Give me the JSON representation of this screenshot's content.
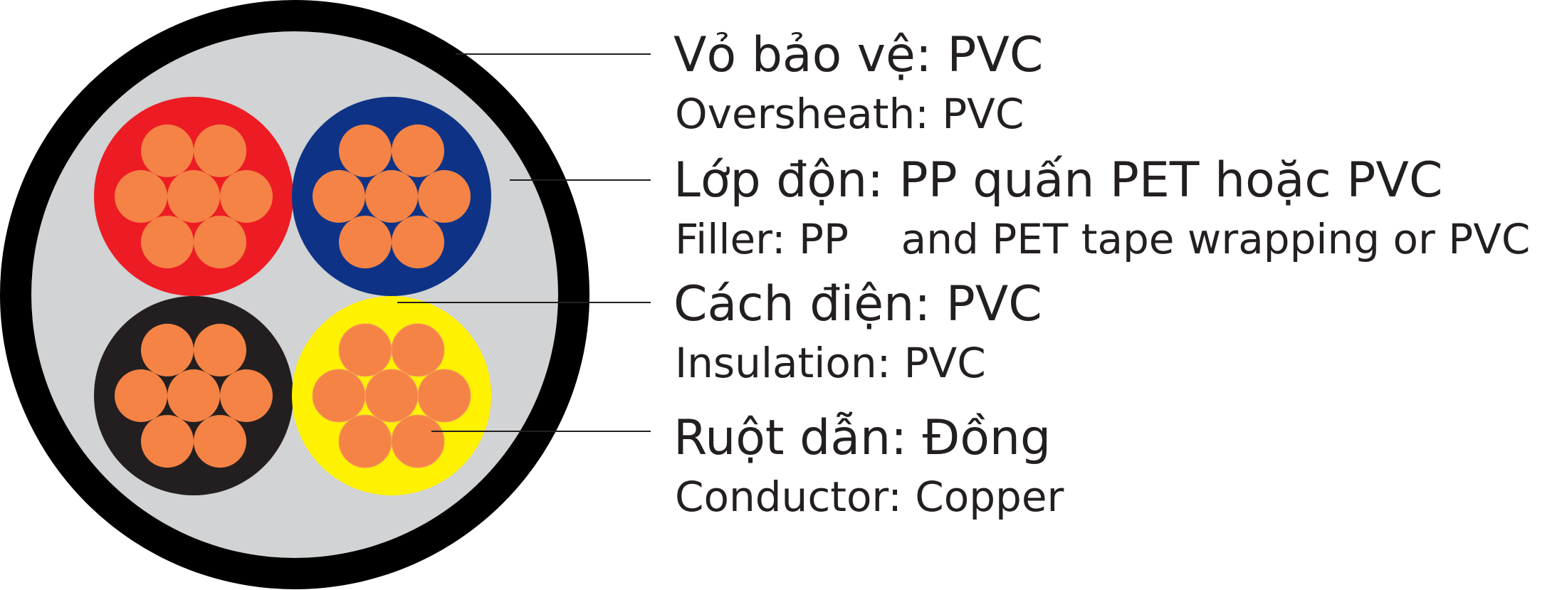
{
  "colors": {
    "oversheath": "#000000",
    "filler": "#d1d3d4",
    "conductor": "#f58345",
    "leader_line": "#231f20",
    "text": "#231f20",
    "insulation_cores": [
      "#ed1c24",
      "#0e3386",
      "#231f20",
      "#fff200"
    ]
  },
  "cores": [
    {
      "name": "red-core",
      "color": "#ed1c24"
    },
    {
      "name": "blue-core",
      "color": "#0e3386"
    },
    {
      "name": "black-core",
      "color": "#231f20"
    },
    {
      "name": "yellow-core",
      "color": "#fff200"
    }
  ],
  "labels": [
    {
      "name": "oversheath",
      "vi": "Vỏ bảo vệ: PVC",
      "en": "Oversheath: PVC"
    },
    {
      "name": "filler",
      "vi": "Lớp độn: PP quấn PET hoặc PVC",
      "en": "Filler: PP    and PET tape wrapping or PVC"
    },
    {
      "name": "insulation",
      "vi": "Cách điện: PVC",
      "en": "Insulation: PVC"
    },
    {
      "name": "conductor",
      "vi": "Ruột dẫn: Đồng",
      "en": "Conductor: Copper"
    }
  ]
}
